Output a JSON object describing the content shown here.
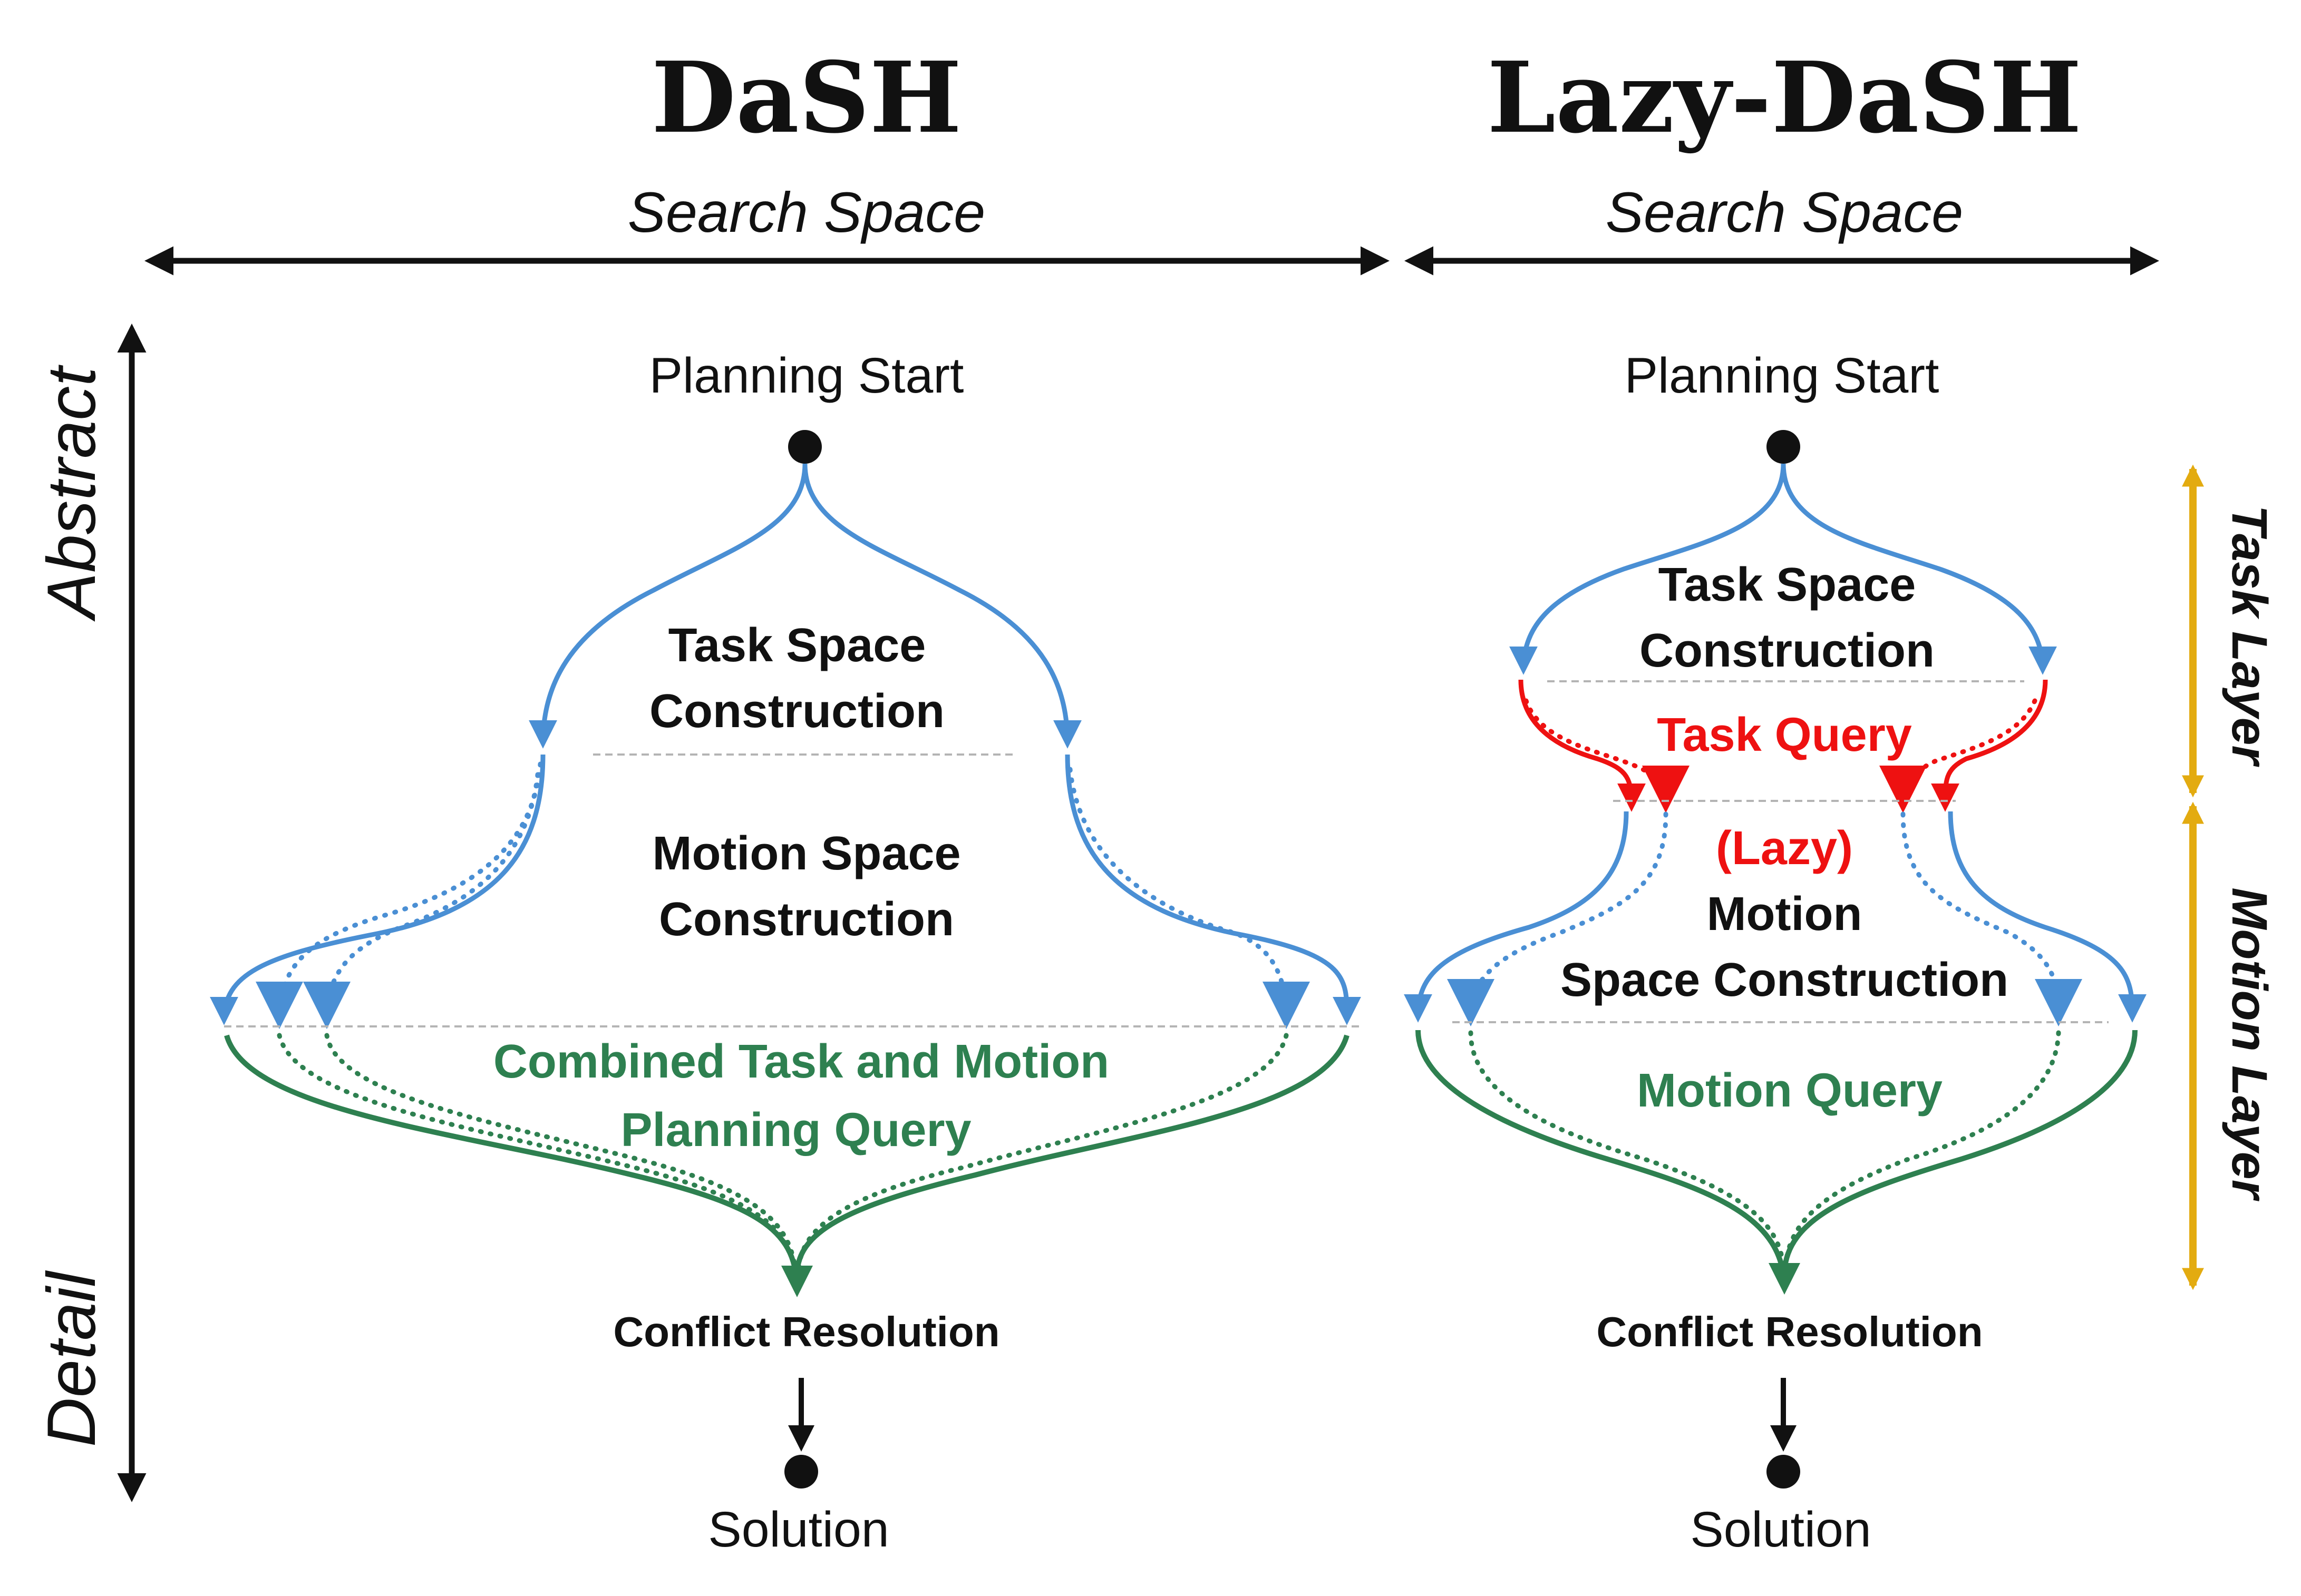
{
  "colors": {
    "blue": "#4a8fd4",
    "green": "#2e8050",
    "red": "#ee1111",
    "gold": "#e3ab10",
    "black": "#111111",
    "divider": "#b4b4b4"
  },
  "axis": {
    "abstract": "Abstract",
    "detail": "Detail"
  },
  "dash": {
    "title": "DaSH",
    "search_space": "Search Space",
    "start_label": "Planning Start",
    "task_space": [
      "Task Space",
      "Construction"
    ],
    "motion_space": [
      "Motion Space",
      "Construction"
    ],
    "query": [
      "Combined Task and Motion",
      "Planning Query"
    ],
    "conflict": "Conflict Resolution",
    "solution": "Solution"
  },
  "lazy": {
    "title": "Lazy-DaSH",
    "search_space": "Search Space",
    "start_label": "Planning Start",
    "task_space": [
      "Task Space",
      "Construction"
    ],
    "task_query": "Task Query",
    "lazy_tag": "(Lazy)",
    "motion_space": [
      "Motion",
      "Space Construction"
    ],
    "motion_query": "Motion Query",
    "conflict": "Conflict Resolution",
    "solution": "Solution"
  },
  "layers": {
    "task": "Task Layer",
    "motion": "Motion Layer"
  }
}
